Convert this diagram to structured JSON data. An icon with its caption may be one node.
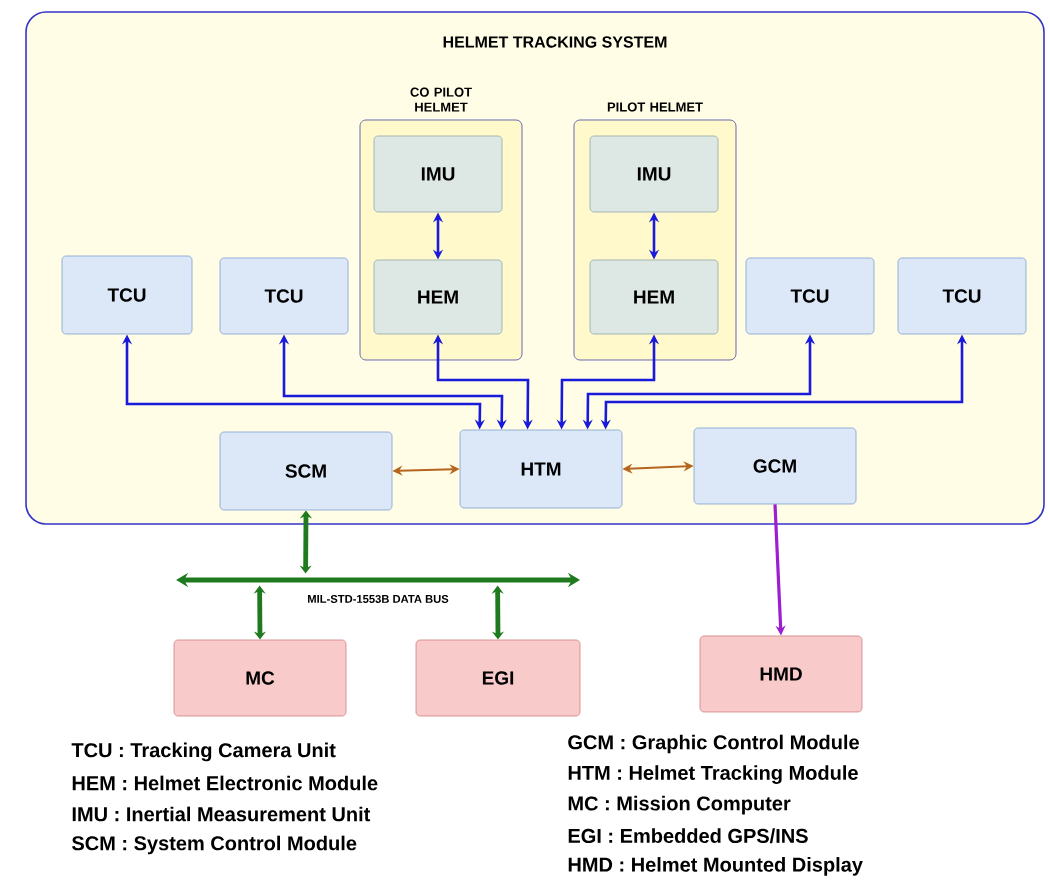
{
  "diagram": {
    "nodes": [
      {
        "text": [
          "HELMET TRACKING SYSTEM"
        ]
      },
      {
        "text": [
          "TCU"
        ],
        "in": 0
      },
      {
        "text": [
          "TCU"
        ],
        "in": 0
      },
      {
        "text": [
          "CO PILOT HELMET"
        ],
        "in": 0
      },
      {
        "text": [
          "IMU"
        ],
        "in": 3
      },
      {
        "text": [
          "HEM"
        ],
        "in": 3
      },
      {
        "text": [
          "PILOT HELMET"
        ],
        "in": 0
      },
      {
        "text": [
          "IMU"
        ],
        "in": 6
      },
      {
        "text": [
          "HEM"
        ],
        "in": 6
      },
      {
        "text": [
          "TCU"
        ],
        "in": 0
      },
      {
        "text": [
          "TCU"
        ],
        "in": 0
      },
      {
        "text": [
          "SCM"
        ],
        "in": 0
      },
      {
        "text": [
          "HTM"
        ],
        "in": 0
      },
      {
        "text": [
          "GCM"
        ],
        "in": 0
      },
      {
        "text": [],
        "shape": "bar"
      },
      {
        "text": [
          "MC"
        ]
      },
      {
        "text": [
          "EGI"
        ]
      },
      {
        "text": [
          "HMD"
        ]
      }
    ],
    "edges": [
      {
        "from": 4,
        "to": 5,
        "arrow": "both"
      },
      {
        "from": 7,
        "to": 8,
        "arrow": "both"
      },
      {
        "from": 1,
        "to": 12,
        "arrow": "both"
      },
      {
        "from": 2,
        "to": 12,
        "arrow": "both"
      },
      {
        "from": 5,
        "to": 12,
        "arrow": "both"
      },
      {
        "from": 8,
        "to": 12,
        "arrow": "both"
      },
      {
        "from": 9,
        "to": 12,
        "arrow": "both"
      },
      {
        "from": 10,
        "to": 12,
        "arrow": "both"
      },
      {
        "from": 11,
        "to": 12,
        "arrow": "both",
        "color": "#b5651d"
      },
      {
        "from": 12,
        "to": 13,
        "arrow": "both",
        "color": "#b5651d"
      },
      {
        "from": 11,
        "to": 14,
        "arrow": "both",
        "color": "#1f7a1f"
      },
      {
        "from": 14,
        "to": 15,
        "arrow": "both",
        "color": "#1f7a1f"
      },
      {
        "from": 14,
        "to": 16,
        "arrow": "both",
        "color": "#1f7a1f"
      },
      {
        "from": 13,
        "to": 17,
        "arrow": "to",
        "color": "#9b1fd1"
      }
    ],
    "labels": [
      "MIL-STD-1553B DATA BUS",
      "TCU : Tracking Camera Unit",
      "HEM : Helmet Electronic Module",
      "IMU : Inertial Measurement Unit",
      "SCM : System Control Module",
      "GCM : Graphic Control Module",
      "HTM : Helmet Tracking Module",
      "MC : Mission Computer",
      "EGI : Embedded GPS/INS",
      "HMD : Helmet Mounted Display"
    ]
  }
}
